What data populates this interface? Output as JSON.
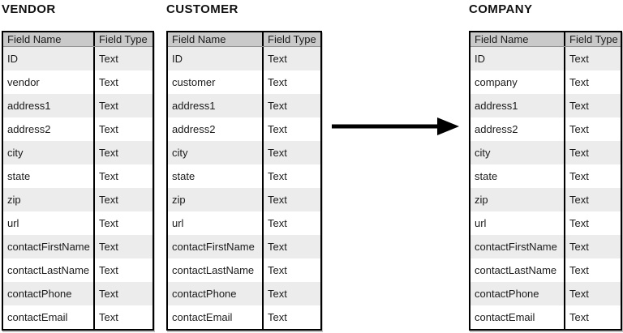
{
  "diagram": {
    "colors": {
      "header_bg": "#c9c9c9",
      "alt_row_bg": "#ececec",
      "row_bg": "#ffffff",
      "border": "#000000",
      "arrow": "#000000"
    },
    "arrow": {
      "direction": "right"
    },
    "tables": [
      {
        "title": "VENDOR",
        "columns": [
          "Field Name",
          "Field Type"
        ],
        "rows": [
          [
            "ID",
            "Text"
          ],
          [
            "vendor",
            "Text"
          ],
          [
            "address1",
            "Text"
          ],
          [
            "address2",
            "Text"
          ],
          [
            "city",
            "Text"
          ],
          [
            "state",
            "Text"
          ],
          [
            "zip",
            "Text"
          ],
          [
            "url",
            "Text"
          ],
          [
            "contactFirstName",
            "Text"
          ],
          [
            "contactLastName",
            "Text"
          ],
          [
            "contactPhone",
            "Text"
          ],
          [
            "contactEmail",
            "Text"
          ]
        ]
      },
      {
        "title": "CUSTOMER",
        "columns": [
          "Field Name",
          "Field Type"
        ],
        "rows": [
          [
            "ID",
            "Text"
          ],
          [
            "customer",
            "Text"
          ],
          [
            "address1",
            "Text"
          ],
          [
            "address2",
            "Text"
          ],
          [
            "city",
            "Text"
          ],
          [
            "state",
            "Text"
          ],
          [
            "zip",
            "Text"
          ],
          [
            "url",
            "Text"
          ],
          [
            "contactFirstName",
            "Text"
          ],
          [
            "contactLastName",
            "Text"
          ],
          [
            "contactPhone",
            "Text"
          ],
          [
            "contactEmail",
            "Text"
          ]
        ]
      },
      {
        "title": "COMPANY",
        "columns": [
          "Field Name",
          "Field Type"
        ],
        "rows": [
          [
            "ID",
            "Text"
          ],
          [
            "company",
            "Text"
          ],
          [
            "address1",
            "Text"
          ],
          [
            "address2",
            "Text"
          ],
          [
            "city",
            "Text"
          ],
          [
            "state",
            "Text"
          ],
          [
            "zip",
            "Text"
          ],
          [
            "url",
            "Text"
          ],
          [
            "contactFirstName",
            "Text"
          ],
          [
            "contactLastName",
            "Text"
          ],
          [
            "contactPhone",
            "Text"
          ],
          [
            "contactEmail",
            "Text"
          ]
        ]
      }
    ]
  }
}
